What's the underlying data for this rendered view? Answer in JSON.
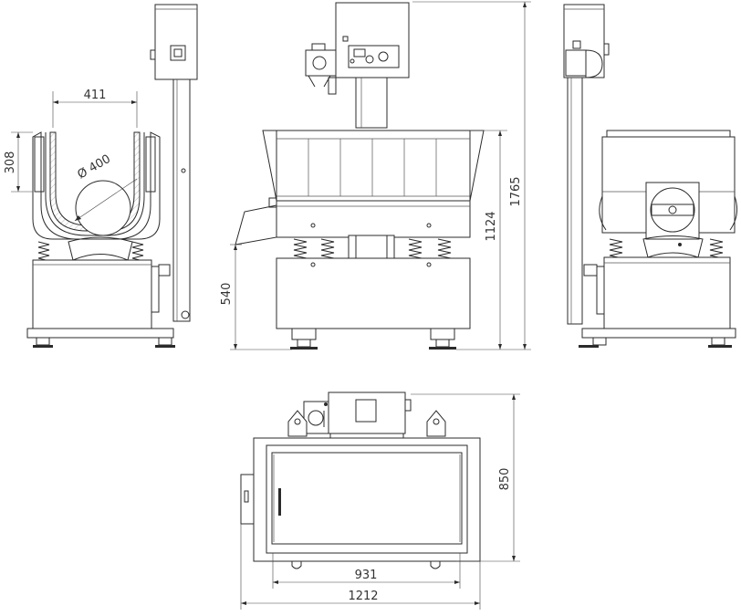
{
  "dimensions": {
    "side_width": "411",
    "side_height": "308",
    "diameter": "Ø 400",
    "total_height": "1765",
    "bowl_height": "1124",
    "base_height": "540",
    "top_depth": "850",
    "top_inner_width": "931",
    "top_total_width": "1212"
  }
}
